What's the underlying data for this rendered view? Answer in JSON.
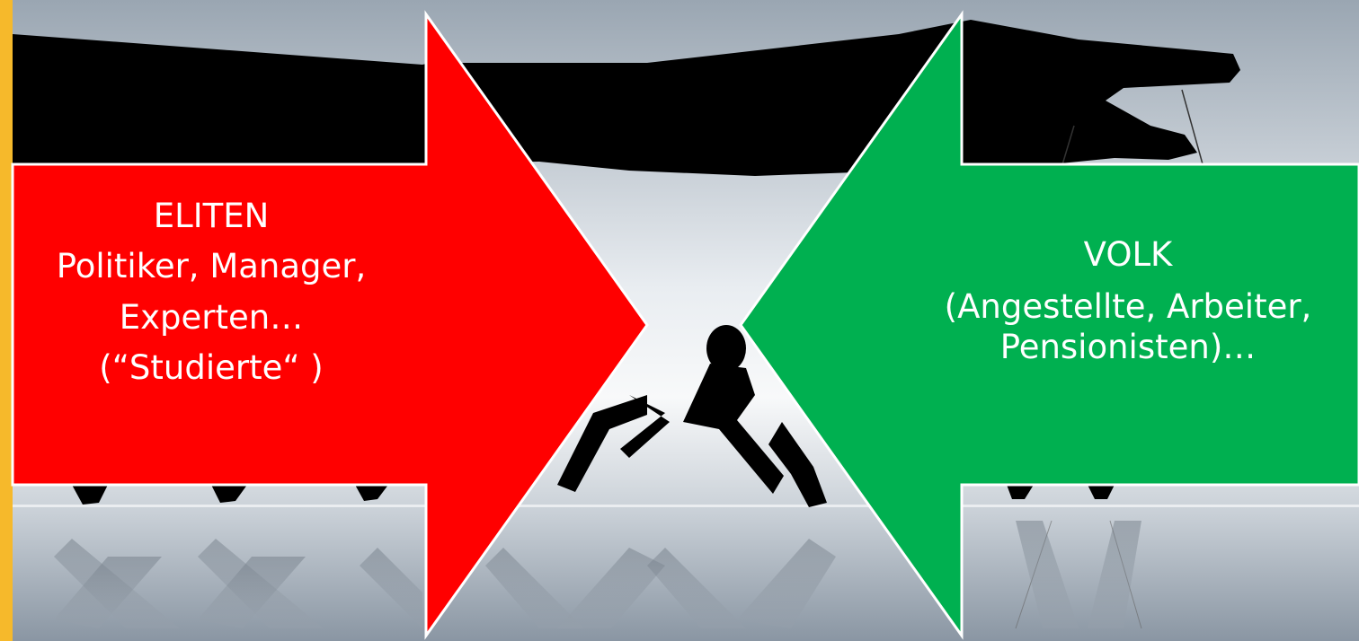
{
  "slide": {
    "left_arrow": {
      "title": "ELITEN",
      "line1": "Politiker, Manager,",
      "line2": "Experten…",
      "line3": "(“Studierte“ )",
      "color": "#ff0000"
    },
    "right_arrow": {
      "title": "VOLK",
      "line1": "(Angestellte, Arbeiter,",
      "line2": "Pensionisten)…",
      "color": "#00b050"
    },
    "frame_color": "#f6b92b"
  }
}
